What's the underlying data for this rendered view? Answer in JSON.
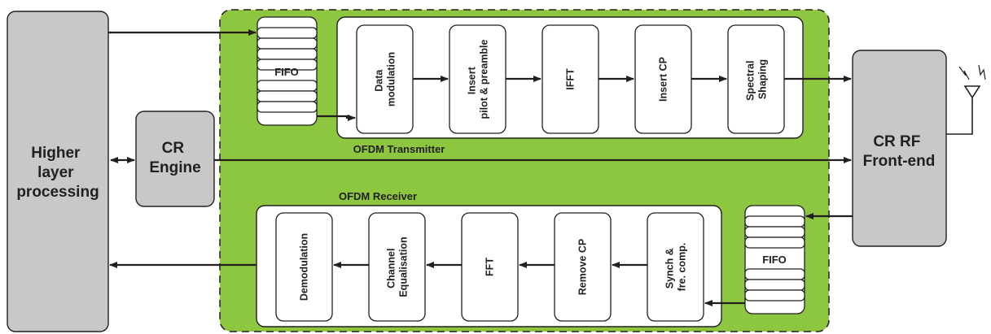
{
  "higher_layer": {
    "lines": [
      "Higher",
      "layer",
      "processing"
    ]
  },
  "cr_engine": {
    "lines": [
      "CR",
      "Engine"
    ]
  },
  "rf_frontend": {
    "lines": [
      "CR RF",
      "Front-end"
    ]
  },
  "transmitter": {
    "title": "OFDM Transmitter",
    "fifo": "FIFO",
    "blocks": [
      {
        "lines": [
          "Data",
          "modulation"
        ]
      },
      {
        "lines": [
          "Insert",
          "pilot & preamble"
        ]
      },
      {
        "lines": [
          "IFFT"
        ]
      },
      {
        "lines": [
          "Insert CP"
        ]
      },
      {
        "lines": [
          "Spectral",
          "Shaping"
        ]
      }
    ]
  },
  "receiver": {
    "title": "OFDM Receiver",
    "fifo": "FIFO",
    "blocks": [
      {
        "lines": [
          "Demodulation"
        ]
      },
      {
        "lines": [
          "Channel",
          "Equalisation"
        ]
      },
      {
        "lines": [
          "FFT"
        ]
      },
      {
        "lines": [
          "Remove CP"
        ]
      },
      {
        "lines": [
          "Synch &",
          "fre. comp."
        ]
      }
    ]
  },
  "colors": {
    "green": "#8dc63f",
    "grey": "#c8c8c8",
    "stroke": "#231f20",
    "white": "#ffffff"
  }
}
